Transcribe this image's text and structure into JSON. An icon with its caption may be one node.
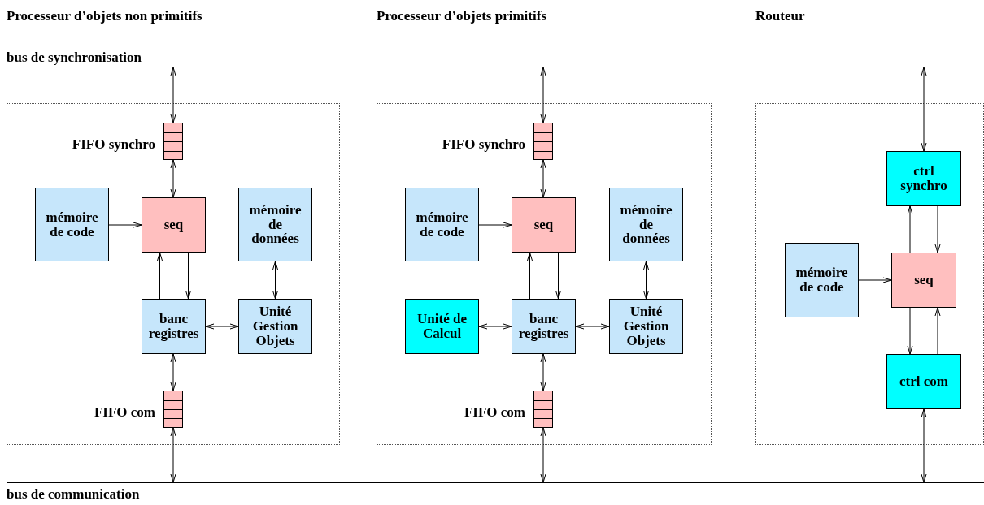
{
  "diagram": {
    "nodes": [
      {
        "text": [
          "bus de synchronisation"
        ]
      },
      {
        "text": [
          "bus de communication"
        ]
      },
      {
        "text": [],
        "shape": "box"
      },
      {
        "text": [],
        "shape": "box",
        "beside": [
          "FIFO synchro"
        ],
        "in": 2
      },
      {
        "text": [
          "mémoire de code"
        ],
        "in": 2
      },
      {
        "text": [
          "seq"
        ],
        "in": 2
      },
      {
        "text": [
          "mémoire de données"
        ],
        "in": 2
      },
      {
        "text": [
          "banc registres"
        ],
        "in": 2
      },
      {
        "text": [
          "Unité Gestion Objets"
        ],
        "in": 2
      },
      {
        "text": [],
        "shape": "box",
        "beside": [
          "FIFO com"
        ],
        "in": 2
      },
      {
        "text": [],
        "shape": "box"
      },
      {
        "text": [],
        "shape": "box",
        "beside": [
          "FIFO synchro"
        ],
        "in": 10
      },
      {
        "text": [
          "mémoire de code"
        ],
        "in": 10
      },
      {
        "text": [
          "seq"
        ],
        "in": 10
      },
      {
        "text": [
          "mémoire de données"
        ],
        "in": 10
      },
      {
        "text": [
          "Unité de Calcul"
        ],
        "in": 10
      },
      {
        "text": [
          "banc registres"
        ],
        "in": 10
      },
      {
        "text": [
          "Unité Gestion Objets"
        ],
        "in": 10
      },
      {
        "text": [],
        "shape": "box",
        "beside": [
          "FIFO com"
        ],
        "in": 10
      },
      {
        "text": [],
        "shape": "box"
      },
      {
        "text": [
          "ctrl synchro"
        ],
        "in": 19
      },
      {
        "text": [
          "mémoire de code"
        ],
        "in": 19
      },
      {
        "text": [
          "seq"
        ],
        "in": 19
      },
      {
        "text": [
          "ctrl com"
        ],
        "in": 19
      }
    ],
    "edges": [
      {
        "from": 0,
        "to": 3,
        "arrow": "both"
      },
      {
        "from": 3,
        "to": 5,
        "arrow": "both"
      },
      {
        "from": 4,
        "to": 5,
        "arrow": "to"
      },
      {
        "from": 7,
        "to": 5,
        "arrow": "to"
      },
      {
        "from": 5,
        "to": 7,
        "arrow": "to"
      },
      {
        "from": 6,
        "to": 8,
        "arrow": "both"
      },
      {
        "from": 7,
        "to": 8,
        "arrow": "both"
      },
      {
        "from": 7,
        "to": 9,
        "arrow": "both"
      },
      {
        "from": 9,
        "to": 1,
        "arrow": "both"
      },
      {
        "from": 0,
        "to": 11,
        "arrow": "both"
      },
      {
        "from": 11,
        "to": 13,
        "arrow": "both"
      },
      {
        "from": 12,
        "to": 13,
        "arrow": "to"
      },
      {
        "from": 16,
        "to": 13,
        "arrow": "to"
      },
      {
        "from": 13,
        "to": 16,
        "arrow": "to"
      },
      {
        "from": 14,
        "to": 17,
        "arrow": "both"
      },
      {
        "from": 15,
        "to": 16,
        "arrow": "both"
      },
      {
        "from": 16,
        "to": 17,
        "arrow": "both"
      },
      {
        "from": 16,
        "to": 18,
        "arrow": "both"
      },
      {
        "from": 18,
        "to": 1,
        "arrow": "both"
      },
      {
        "from": 0,
        "to": 20,
        "arrow": "both"
      },
      {
        "from": 22,
        "to": 20,
        "arrow": "to"
      },
      {
        "from": 20,
        "to": 22,
        "arrow": "to"
      },
      {
        "from": 21,
        "to": 22,
        "arrow": "to"
      },
      {
        "from": 22,
        "to": 23,
        "arrow": "to"
      },
      {
        "from": 23,
        "to": 22,
        "arrow": "to"
      },
      {
        "from": 23,
        "to": 1,
        "arrow": "both"
      }
    ],
    "labels": [
      "Processeur d’objets non primitifs",
      "Processeur d’objets primitifs",
      "Routeur"
    ]
  }
}
